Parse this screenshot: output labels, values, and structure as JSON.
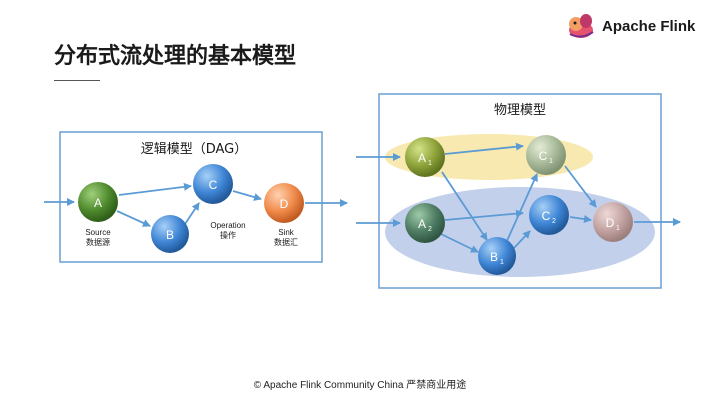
{
  "slide": {
    "title": "分布式流处理的基本模型",
    "brand": "Apache Flink",
    "footer": "© Apache Flink Community China  严禁商业用途"
  },
  "logical_model": {
    "title": "逻辑模型（DAG）",
    "nodes": {
      "a": "A",
      "b": "B",
      "c": "C",
      "d": "D"
    },
    "captions": {
      "source_en": "Source",
      "source_cn": "数据源",
      "operation_en": "Operation",
      "operation_cn": "操作",
      "sink_en": "Sink",
      "sink_cn": "数据汇"
    }
  },
  "physical_model": {
    "title": "物理模型",
    "nodes": {
      "a1": "A",
      "a1_sub": "1",
      "a2": "A",
      "a2_sub": "2",
      "b1": "B",
      "b1_sub": "1",
      "c1": "C",
      "c1_sub": "1",
      "c2": "C",
      "c2_sub": "2",
      "d1": "D",
      "d1_sub": "1"
    }
  },
  "colors": {
    "box_border": "#6a9fd4",
    "arrow": "#5b9bd5",
    "node_green": "#4f8a2e",
    "node_blue": "#3f86d6",
    "node_orange": "#f08a4b",
    "ellipse_yellow": "#f6e7a6",
    "ellipse_blue": "#b9c8e8"
  }
}
